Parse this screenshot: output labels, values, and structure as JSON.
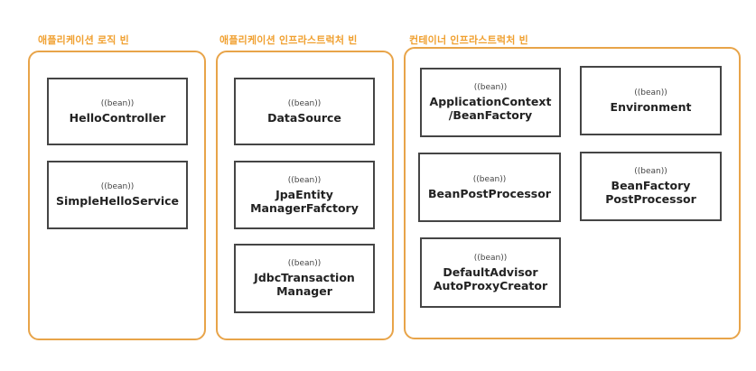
{
  "stereotype": "((bean))",
  "groups": [
    {
      "title": "애플리케이션 로직 빈",
      "beans": [
        {
          "name": "HelloController"
        },
        {
          "name": "SimpleHelloService"
        }
      ]
    },
    {
      "title": "애플리케이션 인프라스트럭처 빈",
      "beans": [
        {
          "name": "DataSource"
        },
        {
          "name": "JpaEntity\nManagerFafctory"
        },
        {
          "name": "JdbcTransaction\nManager"
        }
      ]
    },
    {
      "title": "컨테이너 인프라스트럭처 빈",
      "beans": [
        {
          "name": "ApplicationContext\n/BeanFactory"
        },
        {
          "name": "Environment"
        },
        {
          "name": "BeanPostProcessor"
        },
        {
          "name": "BeanFactory\nPostProcessor"
        },
        {
          "name": "DefaultAdvisor\nAutoProxyCreator"
        }
      ]
    }
  ],
  "colors": {
    "group_border": "#e8a449",
    "group_title": "#f0a030",
    "bean_border": "#454545"
  }
}
